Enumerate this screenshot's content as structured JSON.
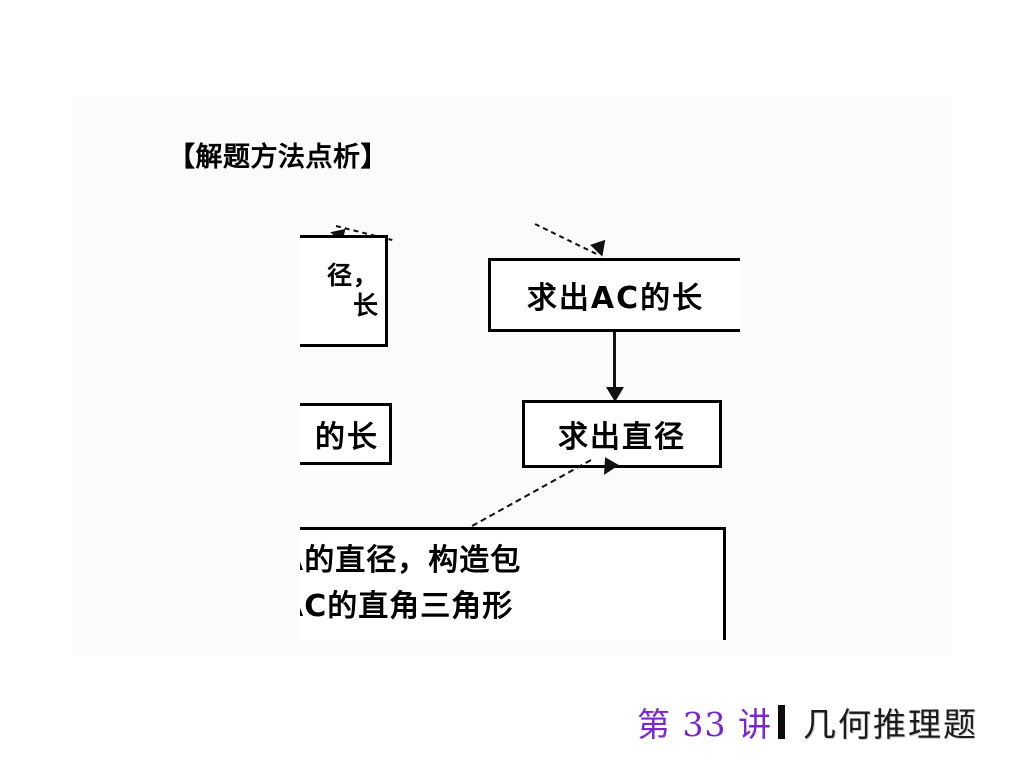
{
  "slide": {
    "background_color": "#ffffff",
    "content_wash_color": "#fbfbfb"
  },
  "heading": {
    "text": "【解题方法点析】"
  },
  "flowchart": {
    "note": "scanned flow chart, clipped on the left and bottom edges",
    "boxes": [
      {
        "id": "top-left",
        "line1": "径，",
        "line2": "长",
        "clipped": "left"
      },
      {
        "id": "top-right",
        "text": "求出AC的长",
        "clipped": "right-border"
      },
      {
        "id": "mid-left",
        "text": "的长",
        "clipped": "left"
      },
      {
        "id": "mid-right",
        "text": "求出直径",
        "clipped": "none"
      },
      {
        "id": "bottom",
        "line1": "点A的直径，构造包",
        "line2": "含AC的直角三角形",
        "clipped": "left-and-bottom"
      }
    ],
    "connectors": [
      {
        "id": "diag-top-left",
        "style": "dashed",
        "direction": "up-left"
      },
      {
        "id": "diag-top-right",
        "style": "dashed",
        "direction": "down-right"
      },
      {
        "id": "vertical",
        "style": "solid",
        "direction": "down"
      },
      {
        "id": "diag-bottom",
        "style": "dashed",
        "direction": "up-right"
      }
    ],
    "line_color": "#111111"
  },
  "footer": {
    "lecture": "第 33 讲",
    "lecture_color": "#7a27cf",
    "topic": "几何推理题",
    "topic_color": "#1b1b1b",
    "divider_color": "#0d0d0d"
  }
}
